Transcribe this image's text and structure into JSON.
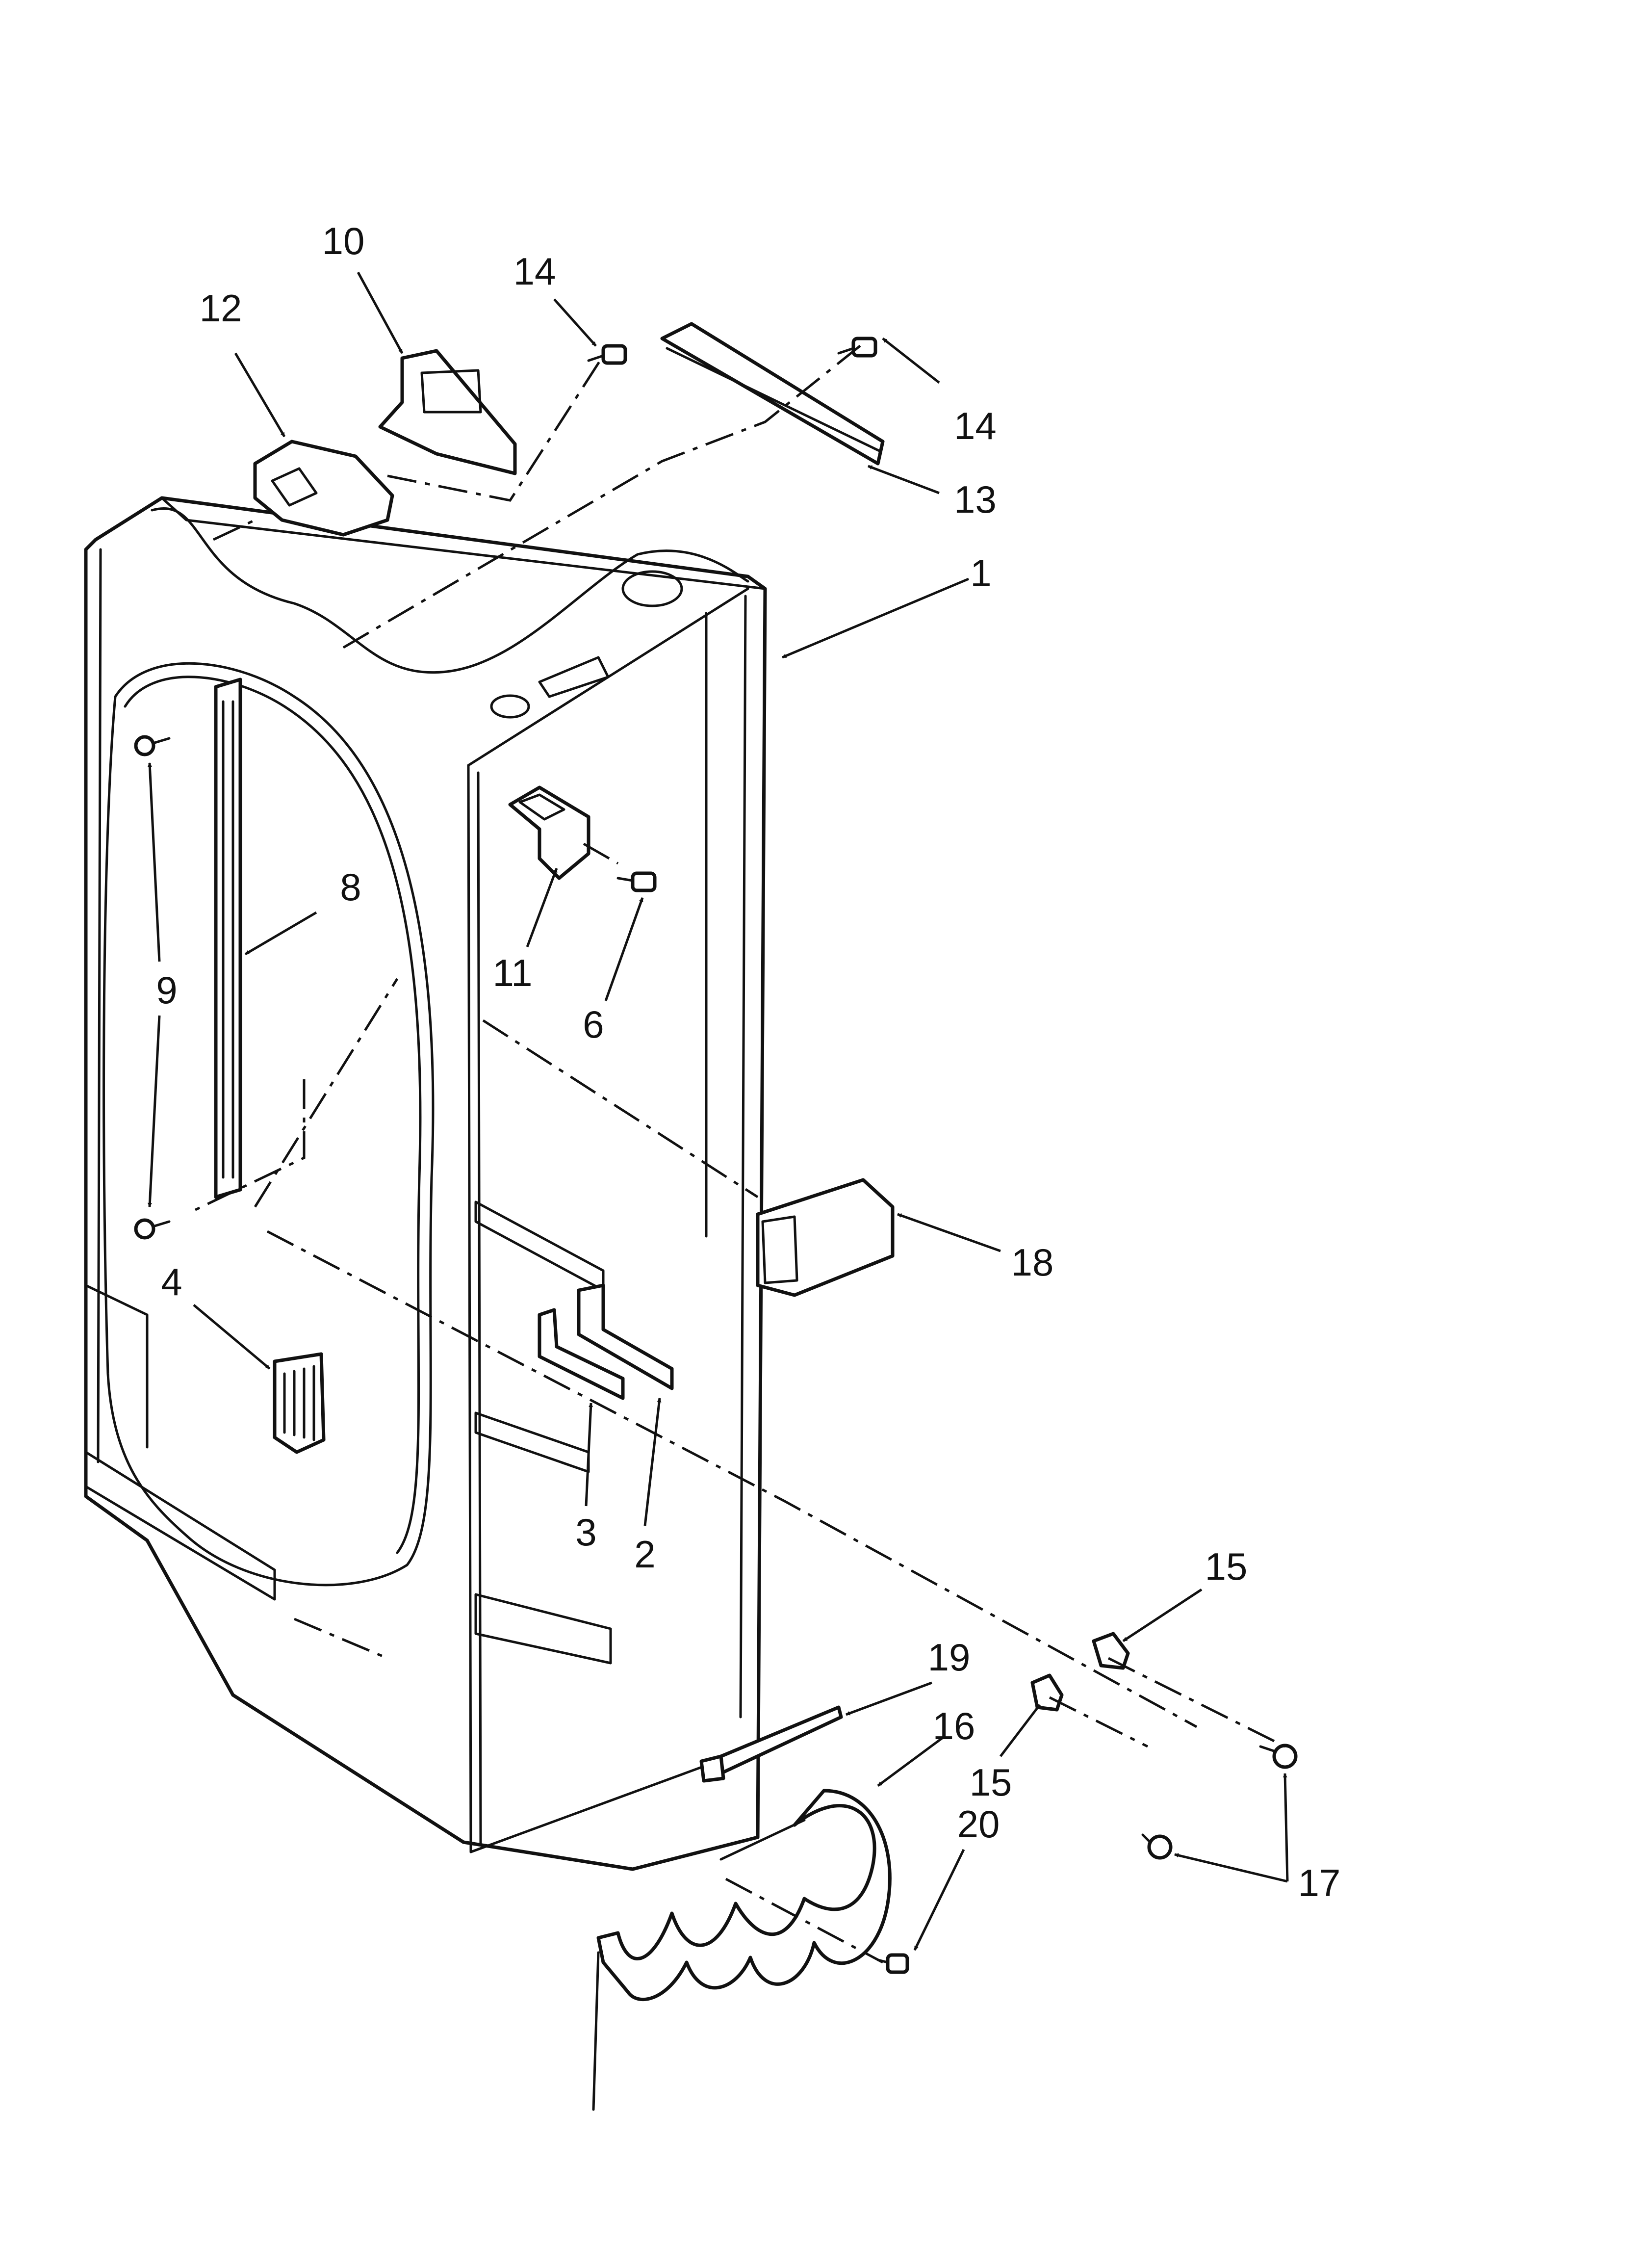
{
  "diagram": {
    "arrowhead_color": "#111111",
    "callouts": [
      {
        "id": "c10",
        "label": "10"
      },
      {
        "id": "c12",
        "label": "12"
      },
      {
        "id": "c14a",
        "label": "14"
      },
      {
        "id": "c14b",
        "label": "14"
      },
      {
        "id": "c13",
        "label": "13"
      },
      {
        "id": "c1",
        "label": "1"
      },
      {
        "id": "c8",
        "label": "8"
      },
      {
        "id": "c9",
        "label": "9"
      },
      {
        "id": "c11",
        "label": "11"
      },
      {
        "id": "c6",
        "label": "6"
      },
      {
        "id": "c18",
        "label": "18"
      },
      {
        "id": "c4",
        "label": "4"
      },
      {
        "id": "c3",
        "label": "3"
      },
      {
        "id": "c2",
        "label": "2"
      },
      {
        "id": "c15a",
        "label": "15"
      },
      {
        "id": "c19",
        "label": "19"
      },
      {
        "id": "c16",
        "label": "16"
      },
      {
        "id": "c15b",
        "label": "15"
      },
      {
        "id": "c20",
        "label": "20"
      },
      {
        "id": "c17",
        "label": "17"
      }
    ]
  }
}
